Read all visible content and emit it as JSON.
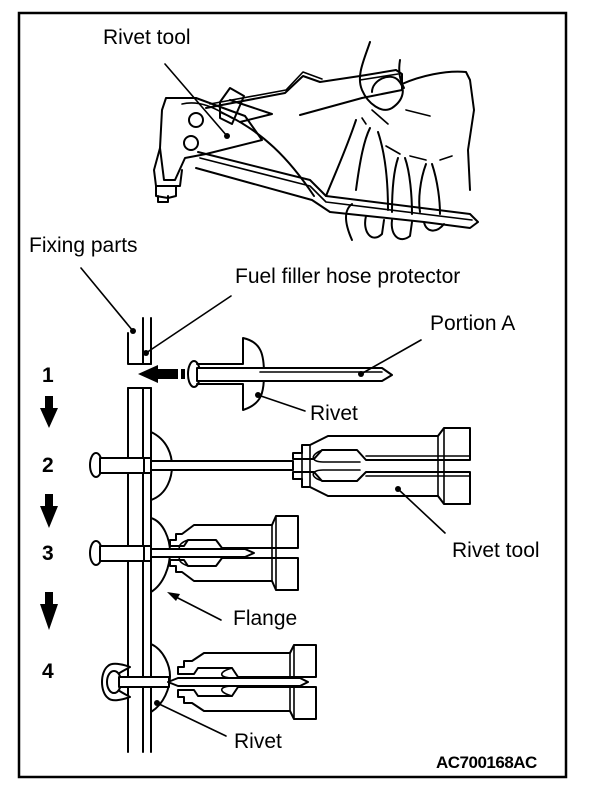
{
  "figure": {
    "id_code": "AC700168AC",
    "colors": {
      "line": "#000000",
      "background": "#ffffff"
    }
  },
  "labels": {
    "rivet_tool_top": "Rivet tool",
    "fixing_parts": "Fixing parts",
    "fuel_filler_hose_protector": "Fuel filler hose protector",
    "portion_a": "Portion A",
    "rivet_step1": "Rivet",
    "rivet_tool_step2": "Rivet tool",
    "flange": "Flange",
    "rivet_step4": "Rivet"
  },
  "steps": [
    {
      "number": "1"
    },
    {
      "number": "2"
    },
    {
      "number": "3"
    },
    {
      "number": "4"
    }
  ],
  "icons": {
    "insert_arrow": "left-arrow",
    "step_arrow": "down-arrow"
  }
}
